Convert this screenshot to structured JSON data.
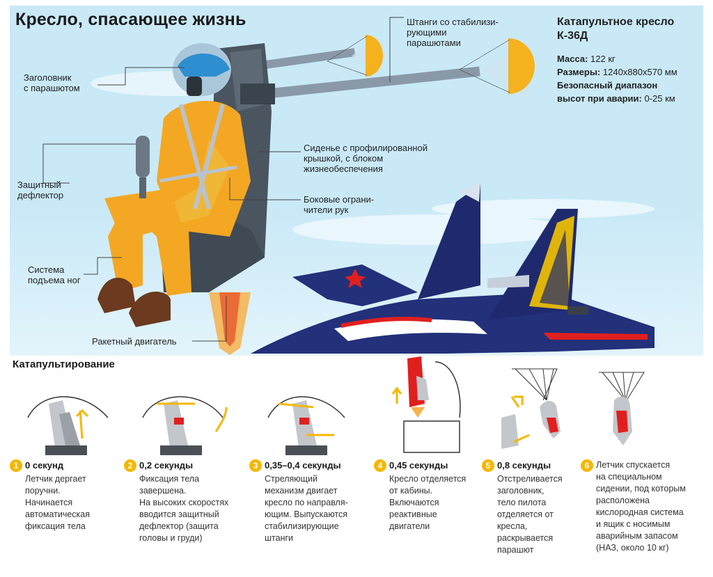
{
  "title": "Кресло, спасающее жизнь",
  "spec": {
    "heading_line1": "Катапультное кресло",
    "heading_line2": "К-36Д",
    "mass_label": "Масса:",
    "mass_value": "122 кг",
    "size_label": "Размеры:",
    "size_value": "1240x880x570 мм",
    "range_label_line1": "Безопасный диапазон",
    "range_label_line2": "высот при аварии:",
    "range_value": "0-25 км"
  },
  "callouts": {
    "headrest": [
      "Заголовник",
      "с парашютом"
    ],
    "rods": [
      "Штанги со стабилизи-",
      "рующими",
      "парашютами"
    ],
    "seat": [
      "Сиденье с профилированной",
      "крышкой, с блоком",
      "жизнеобеспечения"
    ],
    "arms": [
      "Боковые ограни-",
      "чители рук"
    ],
    "deflector": [
      "Защитный",
      "дефлектор"
    ],
    "legs": [
      "Система",
      "подъема ног"
    ],
    "engine": "Ракетный двигатель"
  },
  "section_title": "Катапультирование",
  "steps": [
    {
      "num": "1",
      "title": "0 секунд",
      "lines": [
        "Летчик дергает",
        "поручни.",
        "Начинается",
        "автоматическая",
        "фиксация тела"
      ]
    },
    {
      "num": "2",
      "title": "0,2 секунды",
      "lines": [
        "Фиксация тела",
        "завершена.",
        "На высоких скоростях",
        "вводится защитный",
        "дефлектор (защита",
        "головы и груди)"
      ]
    },
    {
      "num": "3",
      "title": "0,35–0,4 секунды",
      "lines": [
        "Стреляющий",
        "механизм двигает",
        "кресло по направля-",
        "ющим. Выпускаются",
        "стабилизирующие",
        "штанги"
      ]
    },
    {
      "num": "4",
      "title": "0,45 секунды",
      "lines": [
        "Кресло отделяется",
        "от кабины.",
        "Включаются",
        "реактивные",
        "двигатели"
      ]
    },
    {
      "num": "5",
      "title": "0,8 секунды",
      "lines": [
        "Отстреливается",
        "заголовник,",
        "тело пилота",
        "отделяется от",
        "кресла,",
        "раскрывается",
        "парашют"
      ]
    },
    {
      "num": "6",
      "title": "",
      "lines": [
        "Летчик спускается",
        "на специальном",
        "сидении, под которым",
        "расположена",
        "кислородная система",
        "и ящик с носимым",
        "аварийным запасом",
        "(НАЗ, около 10 кг)"
      ]
    }
  ],
  "colors": {
    "sky": "#c9e9f7",
    "suit": "#f4a722",
    "seat": "#4a5560",
    "jet_blue": "#23307a",
    "accent_yellow": "#f5b800",
    "parachute": "#f5b21e",
    "seat_red": "#e0201f"
  }
}
